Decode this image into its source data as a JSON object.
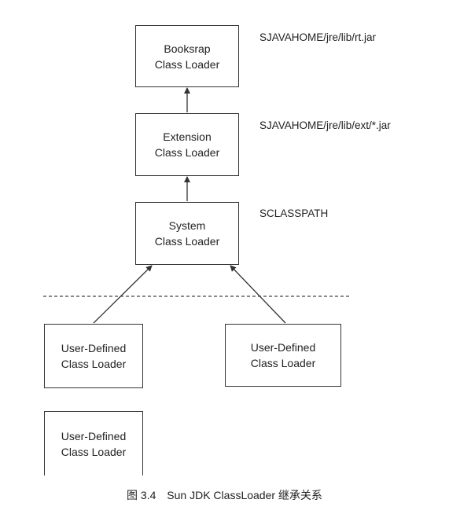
{
  "nodes": {
    "bootstrap": {
      "line1": "Booksrap",
      "line2": "Class Loader"
    },
    "extension": {
      "line1": "Extension",
      "line2": "Class Loader"
    },
    "system": {
      "line1": "System",
      "line2": "Class Loader"
    },
    "user_left": {
      "line1": "User-Defined",
      "line2": "Class Loader"
    },
    "user_right": {
      "line1": "User-Defined",
      "line2": "Class Loader"
    },
    "user_bottom": {
      "line1": "User-Defined",
      "line2": "Class Loader"
    }
  },
  "path_labels": {
    "bootstrap": "SJAVAHOME/jre/lib/rt.jar",
    "extension": "SJAVAHOME/jre/lib/ext/*.jar",
    "system": "SCLASSPATH"
  },
  "caption": {
    "figure_number": "图 3.4",
    "title": "Sun JDK ClassLoader 继承关系"
  },
  "colors": {
    "stroke": "#333333",
    "text": "#222222",
    "background": "#ffffff"
  }
}
